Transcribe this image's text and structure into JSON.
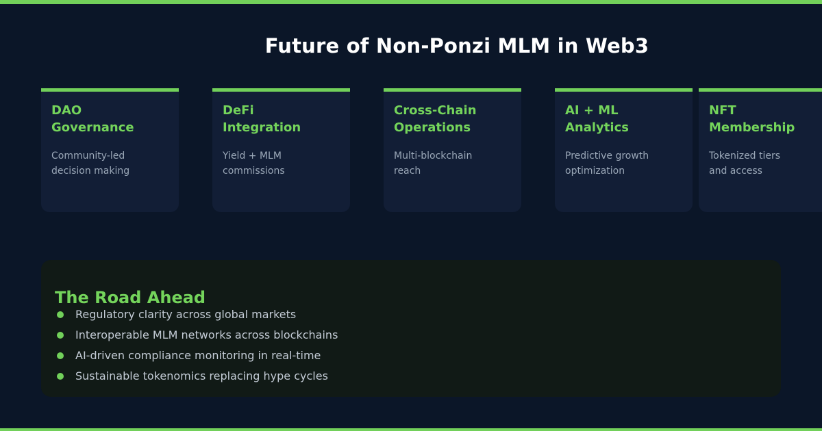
{
  "header": {
    "title": "Future of Non-Ponzi MLM in Web3"
  },
  "cards": [
    {
      "title": "DAO\nGovernance",
      "description": "Community-led\ndecision making"
    },
    {
      "title": "DeFi\nIntegration",
      "description": "Yield + MLM\ncommissions"
    },
    {
      "title": "Cross-Chain\nOperations",
      "description": "Multi-blockchain\nreach"
    },
    {
      "title": "AI + ML\nAnalytics",
      "description": "Predictive growth\noptimization"
    },
    {
      "title": "NFT\nMembership",
      "description": "Tokenized tiers\nand access"
    }
  ],
  "road_ahead": {
    "title": "The Road Ahead",
    "items": [
      "Regulatory clarity across global markets",
      "Interoperable MLM networks across blockchains",
      "AI-driven compliance monitoring in real-time",
      "Sustainable tokenomics replacing hype cycles"
    ]
  },
  "colors": {
    "background": "#0b1628",
    "accent": "#72d05a",
    "card_background": "#121e36",
    "panel_background": "#111a16",
    "heading": "#ffffff"
  }
}
